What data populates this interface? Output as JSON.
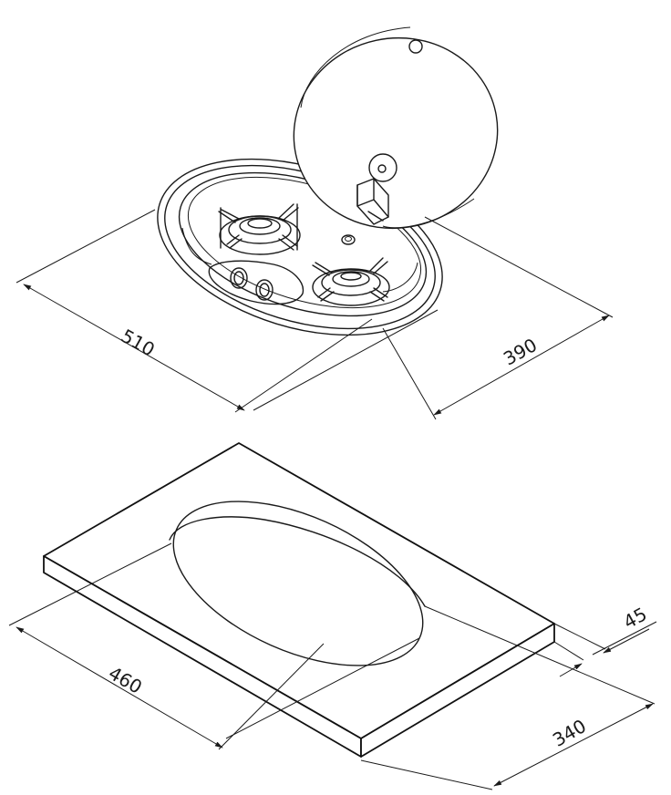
{
  "dimensions": {
    "hob_length": "510",
    "hob_width": "390",
    "cutout_length": "460",
    "cutout_width": "340",
    "countertop_thickness": "45"
  }
}
